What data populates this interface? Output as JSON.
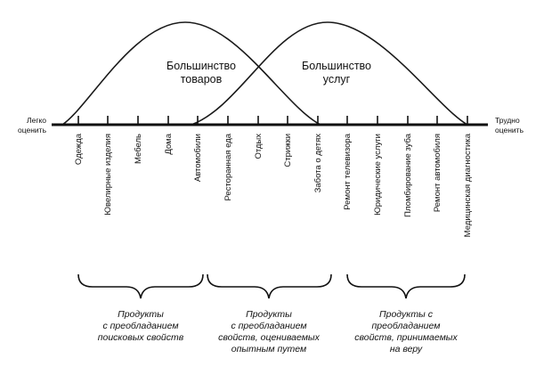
{
  "axis": {
    "left_label": [
      "Легко",
      "оценить"
    ],
    "right_label": [
      "Трудно",
      "оценить"
    ]
  },
  "curves": [
    {
      "label": [
        "Большинство",
        "товаров"
      ]
    },
    {
      "label": [
        "Большинство",
        "услуг"
      ]
    }
  ],
  "categories": [
    "Одежда",
    "Ювелирные изделия",
    "Мебель",
    "Дома",
    "Автомобили",
    "Ресторанная еда",
    "Отдых",
    "Стрижки",
    "Забота о детях",
    "Ремонт телевизора",
    "Юридические услуги",
    "Пломбирование зуба",
    "Ремонт автомобиля",
    "Медицинская диагностика"
  ],
  "groups": [
    {
      "lines": [
        "Продукты",
        "с преобладанием",
        "поисковых свойств"
      ]
    },
    {
      "lines": [
        "Продукты",
        "с преобладанием",
        "свойств, оцениваемых",
        "опытным путем"
      ]
    },
    {
      "lines": [
        "Продукты с",
        "преобладанием",
        "свойств, принимаемых",
        "на веру"
      ]
    }
  ]
}
